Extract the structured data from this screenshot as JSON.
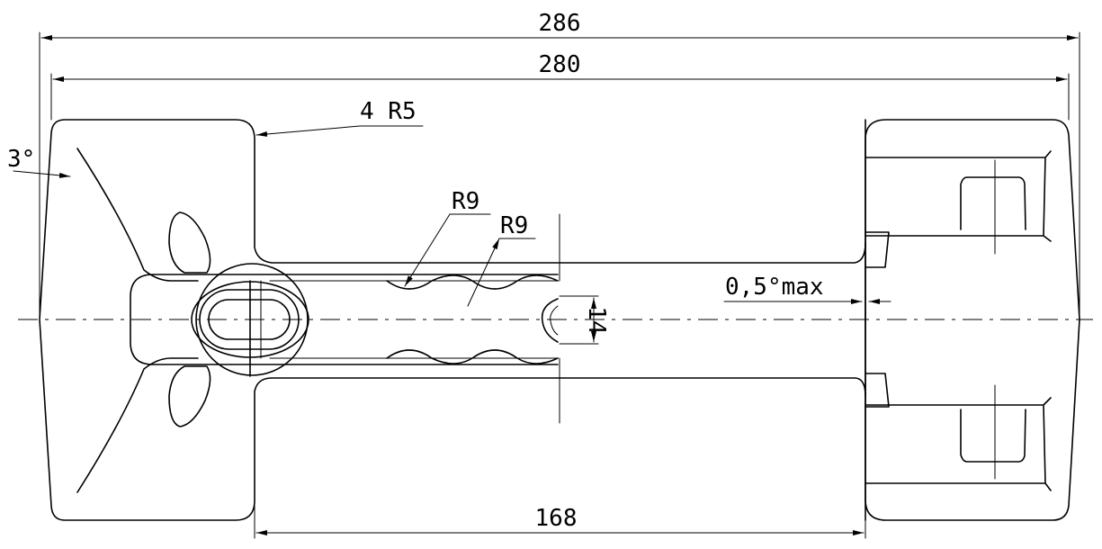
{
  "dimensions": {
    "overall_length": "286",
    "inner_length": "280",
    "handle_length": "168",
    "corner_radius": "4 R5",
    "draft_angle": "3°",
    "groove_radius_1": "R9",
    "groove_radius_2": "R9",
    "hole_size": "14",
    "face_angle": "0,5°max"
  },
  "colors": {
    "line": "#000000",
    "background": "#ffffff"
  }
}
